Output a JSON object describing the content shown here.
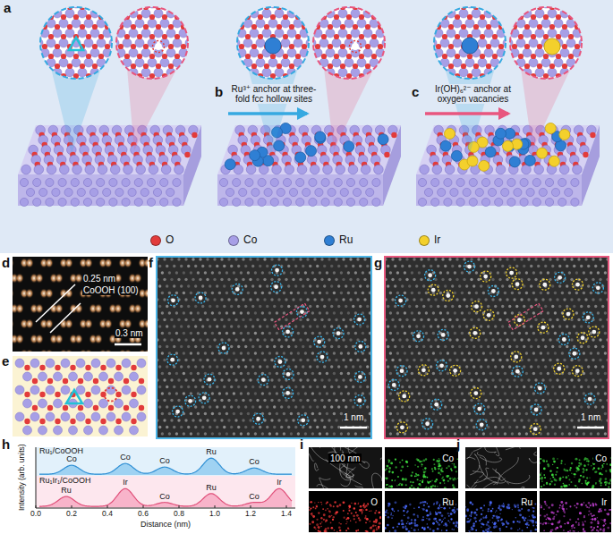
{
  "diagram": {
    "nodes": [
      {
        "text": [
          "100 nm"
        ]
      },
      {
        "text": [
          "Co"
        ]
      },
      {
        "text": [
          "O"
        ]
      },
      {
        "text": [
          "Ru"
        ]
      },
      {
        "text": [
          "Co"
        ]
      },
      {
        "text": [
          "Ru"
        ]
      },
      {
        "text": [
          "Ir"
        ]
      }
    ],
    "labels": [
      "a",
      "b",
      "c",
      "Ru³⁺ anchor at three-fold fcc hollow sites",
      "Ir(OH)₆²⁻ anchor at oxygen vacancies",
      "d",
      "0.25 nm",
      "CoOOH (100)",
      "0.3 nm",
      "e",
      "f",
      "1 nm",
      "g",
      "1 nm",
      "h",
      "Ru₁/CoOOH",
      "Co",
      "Co",
      "Co",
      "Ru",
      "Co",
      "Ru₁Ir₁/CoOOH",
      "Ru",
      "Ir",
      "Co",
      "Ru",
      "Co",
      "Ir",
      "Intensity (arb. units)",
      "Distance (nm)",
      "0.0",
      "0.2",
      "0.4",
      "0.6",
      "0.8",
      "1.0",
      "1.2",
      "1.4",
      "i",
      "j"
    ],
    "legend": [
      {
        "text": "O",
        "color": "#e23b3b"
      },
      {
        "text": "Co",
        "color": "#a79fe6"
      },
      {
        "text": "Ru",
        "color": "#2f7fd4"
      },
      {
        "text": "Ir",
        "color": "#f3d02c"
      }
    ]
  }
}
